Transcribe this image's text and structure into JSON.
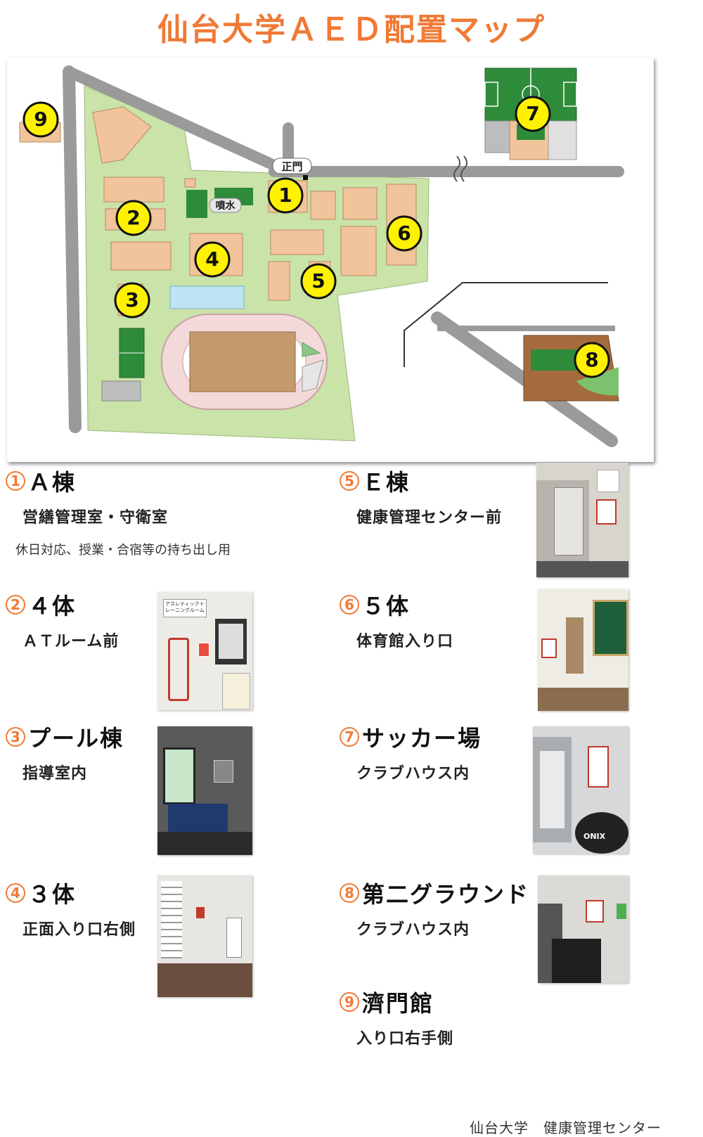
{
  "title": "仙台大学ＡＥＤ配置マップ",
  "colors": {
    "accent": "#F07A36",
    "campus": "#C9E3A8",
    "building": "#F2C49C",
    "marker": "#FFF200",
    "road": "#9A9A9A",
    "track": "#F4D9DA",
    "field": "#C49A6C"
  },
  "map": {
    "labels": {
      "main_gate": "正門",
      "fountain": "噴水"
    },
    "markers": [
      "1",
      "2",
      "3",
      "4",
      "5",
      "6",
      "7",
      "8",
      "9"
    ]
  },
  "entries": [
    {
      "num": "1",
      "title": "Ａ棟",
      "location": "営繕管理室・守衛室",
      "note": "休日対応、授業・合宿等の持ち出し用"
    },
    {
      "num": "2",
      "title": "４体",
      "location": "ＡＴルーム前",
      "photo_text": "アスレティックトレーニングルーム"
    },
    {
      "num": "3",
      "title": "プール棟",
      "location": "指導室内"
    },
    {
      "num": "4",
      "title": "３体",
      "location": "正面入り口右側"
    },
    {
      "num": "5",
      "title": "Ｅ棟",
      "location": "健康管理センター前"
    },
    {
      "num": "6",
      "title": "５体",
      "location": "体育館入り口"
    },
    {
      "num": "7",
      "title": "サッカー場",
      "location": "クラブハウス内",
      "photo_text": "ONIX"
    },
    {
      "num": "8",
      "title": "第二グラウンド",
      "location": "クラブハウス内"
    },
    {
      "num": "9",
      "title": "濟門館",
      "location": "入り口右手側"
    }
  ],
  "footer": "仙台大学　健康管理センター"
}
